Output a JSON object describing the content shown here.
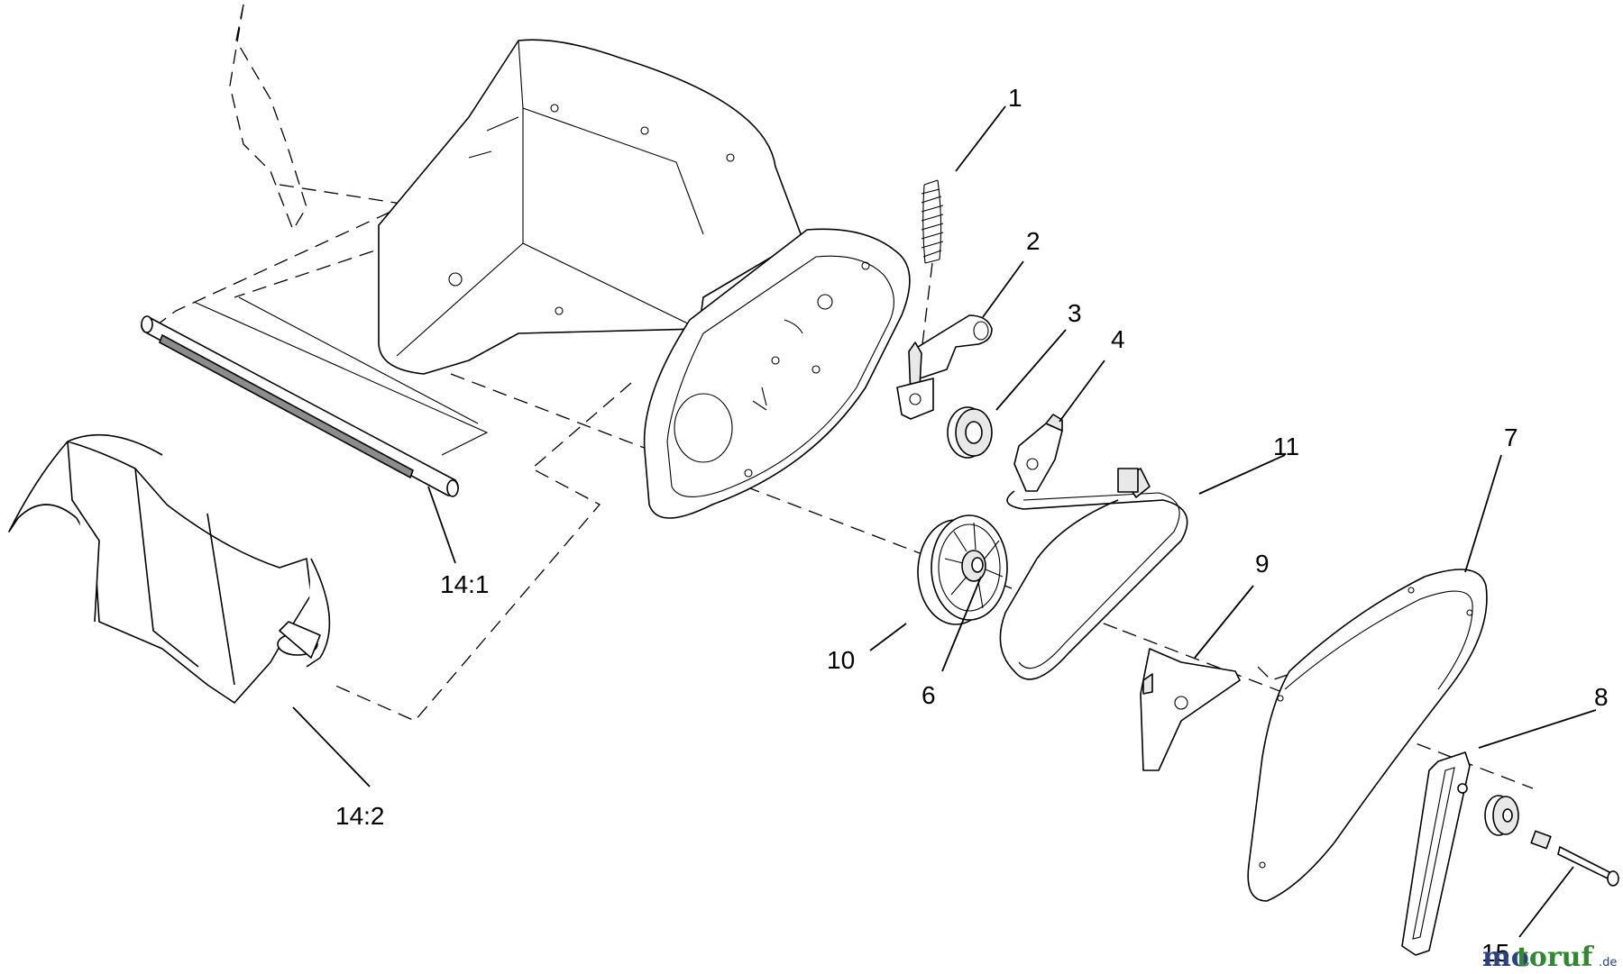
{
  "diagram": {
    "callouts": [
      {
        "id": "c1",
        "label": "1"
      },
      {
        "id": "c2",
        "label": "2"
      },
      {
        "id": "c3",
        "label": "3"
      },
      {
        "id": "c4",
        "label": "4"
      },
      {
        "id": "c6",
        "label": "6"
      },
      {
        "id": "c7",
        "label": "7"
      },
      {
        "id": "c8",
        "label": "8"
      },
      {
        "id": "c9",
        "label": "9"
      },
      {
        "id": "c10",
        "label": "10"
      },
      {
        "id": "c11",
        "label": "11"
      },
      {
        "id": "c14a",
        "label": "14:1"
      },
      {
        "id": "c14b",
        "label": "14:2"
      },
      {
        "id": "c15",
        "label": "15"
      }
    ]
  },
  "watermark": {
    "part1": "mo",
    "part2": "toruf",
    "suffix": ".de"
  }
}
